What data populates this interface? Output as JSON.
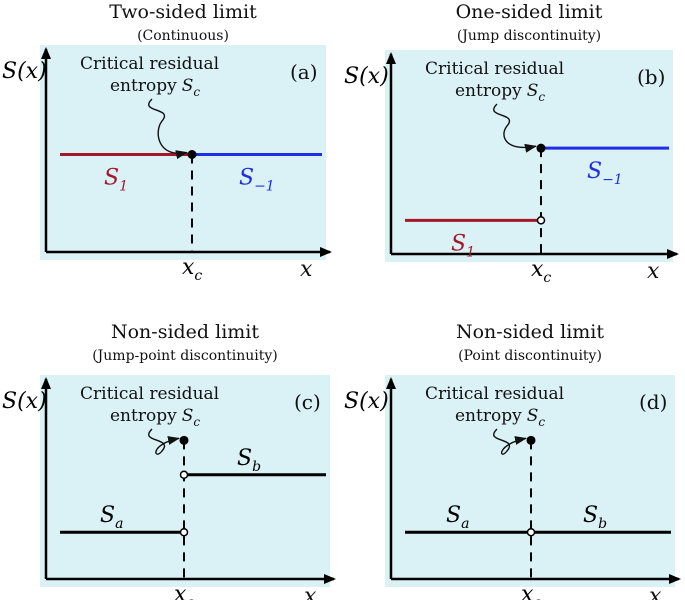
{
  "colors": {
    "panel_bg": "#daf1f6",
    "axis": "#000000",
    "series_red": "#a4192a",
    "series_blue": "#1f2ee6",
    "series_black": "#000000"
  },
  "panels": [
    {
      "title": "Two-sided limit",
      "subtitle": "(Continuous)",
      "tag": "(a)",
      "annotation_line1": "Critical residual",
      "annotation_line2": "entropy",
      "annotation_symbol": "S",
      "annotation_sub": "c",
      "y_axis": {
        "symbol": "S",
        "arg": "(x)"
      },
      "x_axis": "x",
      "x_tick": {
        "symbol": "x",
        "sub": "c"
      },
      "segments": [
        {
          "symbol": "S",
          "sub": "1",
          "color": "series_red",
          "level": 0.5,
          "side": "left"
        },
        {
          "symbol": "S",
          "sub": "−1",
          "color": "series_blue",
          "level": 0.5,
          "side": "right"
        }
      ],
      "critical_point": {
        "level": 0.5,
        "filled": true
      },
      "open_points": []
    },
    {
      "title": "One-sided limit",
      "subtitle": "(Jump discontinuity)",
      "tag": "(b)",
      "annotation_line1": "Critical residual",
      "annotation_line2": "entropy",
      "annotation_symbol": "S",
      "annotation_sub": "c",
      "y_axis": {
        "symbol": "S",
        "arg": "(x)"
      },
      "x_axis": "x",
      "x_tick": {
        "symbol": "x",
        "sub": "c"
      },
      "segments": [
        {
          "symbol": "S",
          "sub": "1",
          "color": "series_red",
          "level": 0.12,
          "side": "left"
        },
        {
          "symbol": "S",
          "sub": "−1",
          "color": "series_blue",
          "level": 0.56,
          "side": "right"
        }
      ],
      "critical_point": {
        "level": 0.56,
        "filled": true
      },
      "open_points": [
        {
          "level": 0.12
        }
      ]
    },
    {
      "title": "Non-sided limit",
      "subtitle": "(Jump-point discontinuity)",
      "tag": "(c)",
      "annotation_line1": "Critical residual",
      "annotation_line2": "entropy",
      "annotation_symbol": "S",
      "annotation_sub": "c",
      "y_axis": {
        "symbol": "S",
        "arg": "(x)"
      },
      "x_axis": "x",
      "x_tick": {
        "symbol": "x",
        "sub": "c"
      },
      "segments": [
        {
          "symbol": "S",
          "sub": "a",
          "color": "series_black",
          "level": 0.2,
          "side": "left"
        },
        {
          "symbol": "S",
          "sub": "b",
          "color": "series_black",
          "level": 0.55,
          "side": "right"
        }
      ],
      "critical_point": {
        "level": 0.76,
        "filled": true
      },
      "open_points": [
        {
          "level": 0.55
        },
        {
          "level": 0.2
        }
      ]
    },
    {
      "title": "Non-sided limit",
      "subtitle": "(Point discontinuity)",
      "tag": "(d)",
      "annotation_line1": "Critical residual",
      "annotation_line2": "entropy",
      "annotation_symbol": "S",
      "annotation_sub": "c",
      "y_axis": {
        "symbol": "S",
        "arg": "(x)"
      },
      "x_axis": "x",
      "x_tick": {
        "symbol": "x",
        "sub": "c"
      },
      "segments": [
        {
          "symbol": "S",
          "sub": "a",
          "color": "series_black",
          "level": 0.2,
          "side": "left"
        },
        {
          "symbol": "S",
          "sub": "b",
          "color": "series_black",
          "level": 0.2,
          "side": "right"
        }
      ],
      "critical_point": {
        "level": 0.76,
        "filled": true
      },
      "open_points": [
        {
          "level": 0.2
        }
      ]
    }
  ]
}
